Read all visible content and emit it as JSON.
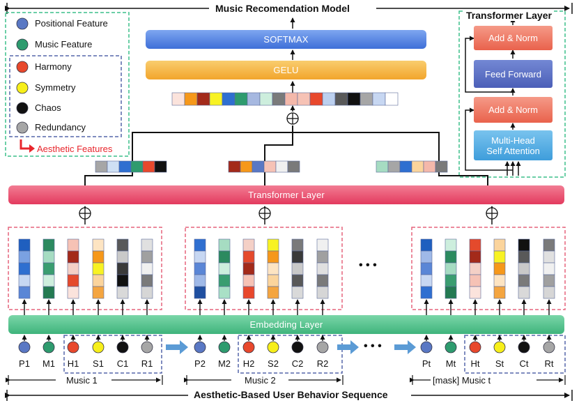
{
  "title": "Music Recomendation Model",
  "bottom_title": "Aesthetic-Based User Behavior Sequence",
  "legend": {
    "positional": "Positional Feature",
    "music": "Music Feature",
    "harmony": "Harmony",
    "symmetry": "Symmetry",
    "chaos": "Chaos",
    "redundancy": "Redundancy",
    "aesthetic": "Aesthetic Features"
  },
  "top": {
    "softmax": "SOFTMAX",
    "gelu": "GELU"
  },
  "transformer_bar": "Transformer Layer",
  "embedding_bar": "Embedding Layer",
  "transformer_detail": {
    "title": "Transformer Layer",
    "add_norm_top": "Add & Norm",
    "feed_forward": "Feed Forward",
    "add_norm_bottom": "Add & Norm",
    "attention_line1": "Multi-Head",
    "attention_line2": "Self Attention"
  },
  "music_groups": [
    {
      "tokens": [
        "P1",
        "M1",
        "H1",
        "S1",
        "C1",
        "R1"
      ],
      "label": "Music 1"
    },
    {
      "tokens": [
        "P2",
        "M2",
        "H2",
        "S2",
        "C2",
        "R2"
      ],
      "label": "Music 2"
    },
    {
      "tokens": [
        "Pt",
        "Mt",
        "Ht",
        "St",
        "Ct",
        "Rt"
      ],
      "label": "[mask] Music t"
    }
  ],
  "ellipsis": "• • •",
  "colors": {
    "positional": "#5a78c4",
    "music": "#2e9b6e",
    "harmony": "#e8482c",
    "symmetry": "#f7ef1a",
    "chaos": "#111111",
    "redundancy": "#a6a6a6",
    "softmax": "#4f7fe2",
    "gelu": "#f6b23f",
    "transformer": "#ea4d6d",
    "embedding": "#4ec088",
    "add_norm": "#ee7360",
    "feed_forward": "#5b6fc2",
    "attention": "#4ea7e1",
    "legend_border": "#3cbf8a",
    "aesthetic_border": "#5566aa",
    "music_box_border": "#e5647c",
    "aesthetic_text": "#e8262c"
  },
  "feature_columns": [
    [
      "#1f5fbf",
      "#7aa1e2",
      "#2f6fd0",
      "#c7d7f2",
      "#5a86d6"
    ],
    [
      "#2c8a5f",
      "#a6dcc2",
      "#3a9d70",
      "#cdeedd",
      "#247a52"
    ],
    [
      "#f6c2b5",
      "#a32a1a",
      "#f4d0c6",
      "#e44a2c",
      "#fbe3dc"
    ],
    [
      "#fde4c2",
      "#f6981a",
      "#f8f223",
      "#fbd49c",
      "#f4a540"
    ],
    [
      "#595959",
      "#c9c9c9",
      "#3a3a3a",
      "#111111",
      "#d9d9d9"
    ],
    [
      "#e0e0e0",
      "#a0a0a0",
      "#f0f0f0",
      "#7a7a7a",
      "#d6d6d6"
    ]
  ],
  "feature_columns_2": [
    [
      "#2f6fd0",
      "#c7d7f2",
      "#5a86d6",
      "#9fb9e8",
      "#1f4fa0"
    ],
    [
      "#a6dcc2",
      "#2c8a5f",
      "#cdeedd",
      "#3a9d70",
      "#a9e0c6"
    ],
    [
      "#f4d0c6",
      "#e44a2c",
      "#a32a1a",
      "#f6c2b5",
      "#e8482c"
    ],
    [
      "#f8f223",
      "#f6981a",
      "#fde4c2",
      "#fbd49c",
      "#f4a540"
    ],
    [
      "#7a7a7a",
      "#3a3a3a",
      "#c9c9c9",
      "#595959",
      "#d9d9d9"
    ],
    [
      "#f0f0f0",
      "#a0a0a0",
      "#e0e0e0",
      "#7a7a7a",
      "#d6d6d6"
    ]
  ],
  "feature_columns_t": [
    [
      "#1f5fbf",
      "#9fb9e8",
      "#5a86d6",
      "#c7d7f2",
      "#2f6fd0"
    ],
    [
      "#cdeedd",
      "#2c8a5f",
      "#a6dcc2",
      "#3a9d70",
      "#247a52"
    ],
    [
      "#e44a2c",
      "#a32a1a",
      "#f4d0c6",
      "#f6c2b5",
      "#fbe3dc"
    ],
    [
      "#fbd49c",
      "#f8f223",
      "#f6981a",
      "#fde4c2",
      "#f4a540"
    ],
    [
      "#111111",
      "#595959",
      "#c9c9c9",
      "#7a7a7a",
      "#d9d9d9"
    ],
    [
      "#7a7a7a",
      "#e0e0e0",
      "#f0f0f0",
      "#a0a0a0",
      "#d6d6d6"
    ]
  ],
  "summary_vectors": [
    [
      "#a6a6a6",
      "#cfe0f4",
      "#2f6fd0",
      "#2e9b6e",
      "#e8482c",
      "#111111"
    ],
    [
      "#a32a1a",
      "#f6981a",
      "#5a78c4",
      "#f6c2b5",
      "#f0f0f0",
      "#7a7a7a"
    ],
    [
      "#a6dcc2",
      "#a6a6a6",
      "#2f6fd0",
      "#fbd49c",
      "#f4b8aa",
      "#7a7a7a"
    ]
  ],
  "concat_vector": [
    "#fbe3dc",
    "#f6981a",
    "#a32a1a",
    "#f8f223",
    "#2f6fd0",
    "#2e9b6e",
    "#a6b8e0",
    "#cdeedd",
    "#7a7a7a",
    "#f4b8aa",
    "#f6c2b5",
    "#e8482c",
    "#bcd0ef",
    "#595959",
    "#111111",
    "#a6a6a6",
    "#c7d7f2",
    "#ffffff"
  ]
}
